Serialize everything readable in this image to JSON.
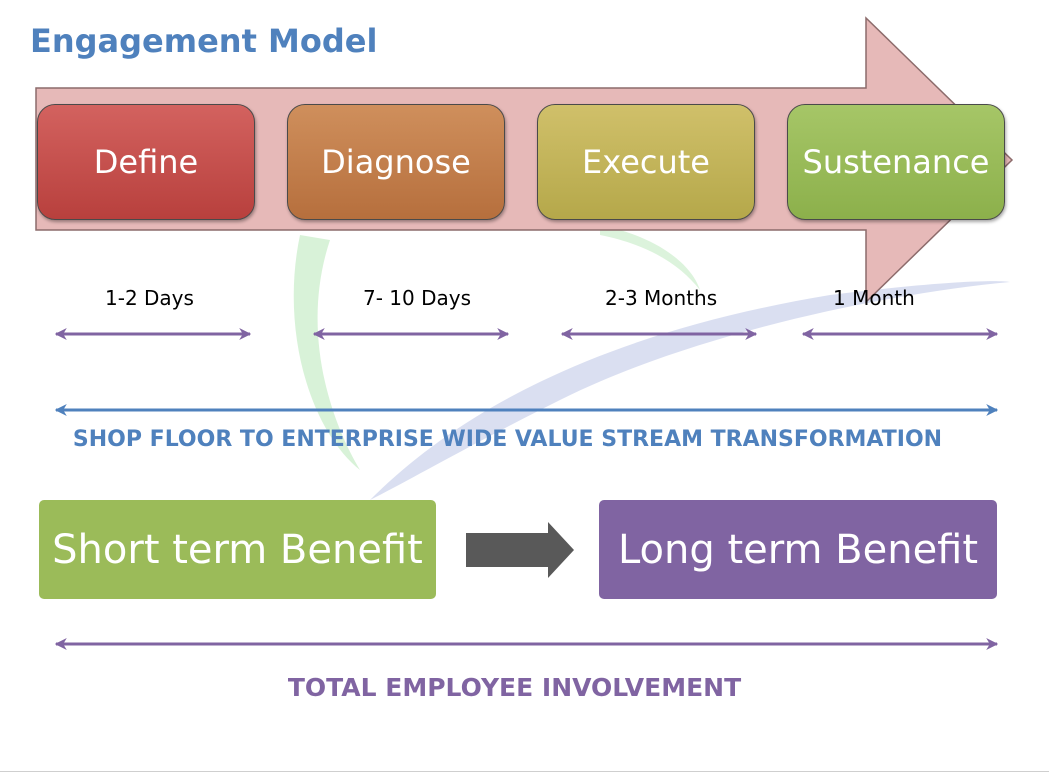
{
  "title": "Engagement Model",
  "phases": [
    {
      "label": "Define",
      "duration": "1-2 Days"
    },
    {
      "label": "Diagnose",
      "duration": "7- 10 Days"
    },
    {
      "label": "Execute",
      "duration": "2-3 Months"
    },
    {
      "label": "Sustenance",
      "duration": "1 Month"
    }
  ],
  "transformation_caption": "SHOP FLOOR TO ENTERPRISE WIDE VALUE STREAM TRANSFORMATION",
  "benefits": {
    "short": "Short term Benefit",
    "long": "Long term Benefit"
  },
  "involvement_caption": "TOTAL EMPLOYEE INVOLVEMENT",
  "colors": {
    "title": "#4f81bd",
    "define": "#c0504d",
    "diagnose": "#c0804d",
    "execute": "#c0b050",
    "sustenance": "#9bbb59",
    "short_benefit": "#9bbb59",
    "long_benefit": "#8064a2",
    "phase_arrow": "#e6b9b8",
    "blue_arrow": "#4f81bd",
    "purple_arrow": "#8064a2",
    "connector_arrow": "#595959"
  }
}
